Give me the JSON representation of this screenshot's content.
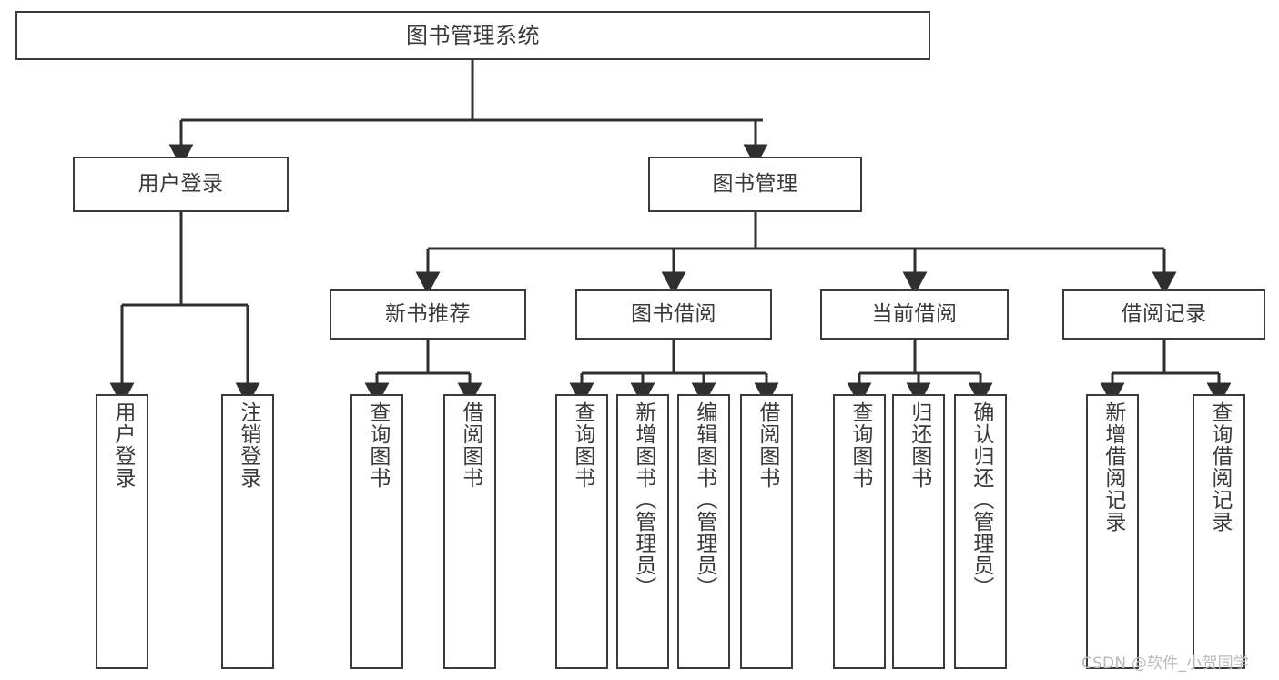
{
  "diagram": {
    "title": "图书管理系统",
    "type": "hierarchy-tree",
    "watermark": "CSDN @软件_小贺同学",
    "colors": {
      "box_border": "#3b3b3b",
      "box_fill": "#ffffff",
      "text": "#3a3a3a",
      "connector": "#2f2f2f",
      "watermark": "#b9b9b9",
      "background": "#ffffff"
    },
    "root": {
      "label": "图书管理系统"
    },
    "level2": [
      {
        "label": "用户登录"
      },
      {
        "label": "图书管理"
      }
    ],
    "level3": [
      {
        "label": "新书推荐"
      },
      {
        "label": "图书借阅"
      },
      {
        "label": "当前借阅"
      },
      {
        "label": "借阅记录"
      }
    ],
    "leaves": {
      "user_login": [
        {
          "label": "用户登录"
        },
        {
          "label": "注销登录"
        }
      ],
      "new_book_recommend": [
        {
          "label": "查询图书"
        },
        {
          "label": "借阅图书"
        }
      ],
      "book_borrow": [
        {
          "label": "查询图书"
        },
        {
          "label": "新增图书（管理员）"
        },
        {
          "label": "编辑图书（管理员）"
        },
        {
          "label": "借阅图书"
        }
      ],
      "current_borrow": [
        {
          "label": "查询图书"
        },
        {
          "label": "归还图书"
        },
        {
          "label": "确认归还（管理员）"
        }
      ],
      "borrow_record": [
        {
          "label": "新增借阅记录"
        },
        {
          "label": "查询借阅记录"
        }
      ]
    }
  }
}
